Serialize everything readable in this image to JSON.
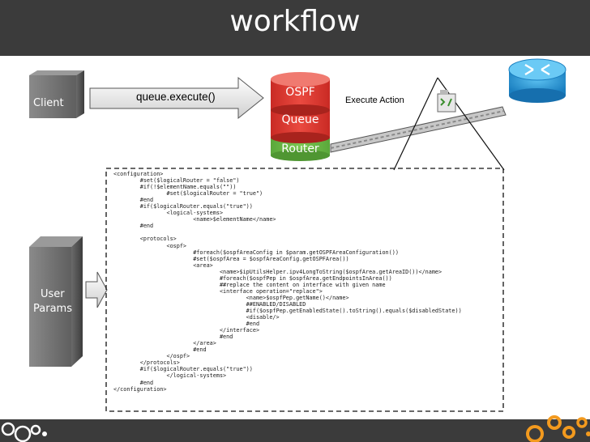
{
  "slide": {
    "title": "workflow"
  },
  "client": {
    "label": "Client"
  },
  "params": {
    "label_line1": "User",
    "label_line2": "Params"
  },
  "call": {
    "label": "queue.execute()"
  },
  "stack": {
    "top": "OSPF",
    "middle": "Queue",
    "bottom": "Router"
  },
  "action": {
    "label": "Execute Action"
  },
  "colors": {
    "title_bar": "#3b3b3b",
    "ospf": "#e13a33",
    "queue": "#e13a33",
    "router": "#6fbd45",
    "router_icon": "#2a95d4",
    "accent": "#f39a1e"
  },
  "icons": {
    "device": "router-icon",
    "script": "xml-script-icon",
    "logo_left": "cloud-logo-white",
    "logo_right": "cloud-logo-orange"
  },
  "code_lines": [
    "<configuration>",
    "        #set($logicalRouter = \"false\")",
    "        #if(!$elementName.equals(\"\"))",
    "                #set($logicalRouter = \"true\")",
    "        #end",
    "        #if($logicalRouter.equals(\"true\"))",
    "                <logical-systems>",
    "                        <name>$elementName</name>",
    "        #end",
    "",
    "        <protocols>",
    "                <ospf>",
    "                        #foreach($ospfAreaConfig in $param.getOSPFAreaConfiguration())",
    "                        #set($ospfArea = $ospfAreaConfig.getOSPFArea())",
    "                        <area>",
    "                                <name>$ipUtilsHelper.ipv4LongToString($ospfArea.getAreaID())</name>",
    "                                #foreach($ospfPep in $ospfArea.getEndpointsInArea())",
    "                                ##replace the content on interface with given name",
    "                                <interface operation=\"replace\">",
    "                                        <name>$ospfPep.getName()</name>",
    "                                        ##ENABLED/DISABLED",
    "                                        #if($ospfPep.getEnabledState().toString().equals($disabledState))",
    "                                        <disable/>",
    "                                        #end",
    "                                </interface>",
    "                                #end",
    "                        </area>",
    "                        #end",
    "                </ospf>",
    "        </protocols>",
    "        #if($logicalRouter.equals(\"true\"))",
    "                </logical-systems>",
    "        #end",
    "</configuration>"
  ]
}
